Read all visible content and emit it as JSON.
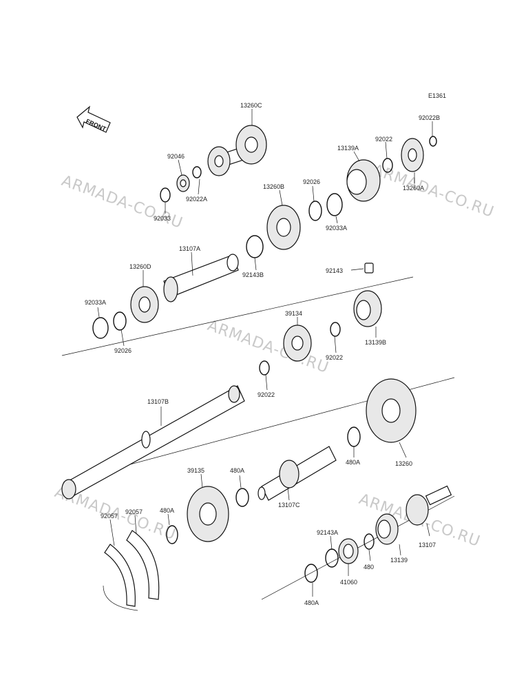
{
  "diagram_code": "E1361",
  "front_label": "FRONT",
  "watermark": "ARMADA-CO.RU",
  "parts": {
    "p13260C": "13260C",
    "p92022B": "92022B",
    "p92046": "92046",
    "p13139A": "13139A",
    "p92022_top": "92022",
    "p92022A": "92022A",
    "p92033": "92033",
    "p13260A": "13260A",
    "p92026_top": "92026",
    "p13260B": "13260B",
    "p92033A_top": "92033A",
    "p13107A": "13107A",
    "p92143B": "92143B",
    "p92143": "92143",
    "p13260D": "13260D",
    "p92033A_left": "92033A",
    "p39134": "39134",
    "p13139B": "13139B",
    "p92026_left": "92026",
    "p92022_mid": "92022",
    "p92022_mid2": "92022",
    "p13107B": "13107B",
    "p480A_right": "480A",
    "p13260": "13260",
    "p39135": "39135",
    "p480A_mid": "480A",
    "p13107C": "13107C",
    "p92057_a": "92057",
    "p92057_b": "92057",
    "p480A_left": "480A",
    "p92143A": "92143A",
    "p13107": "13107",
    "p480": "480",
    "p13139": "13139",
    "p41060": "41060",
    "p480A_bottom": "480A"
  }
}
